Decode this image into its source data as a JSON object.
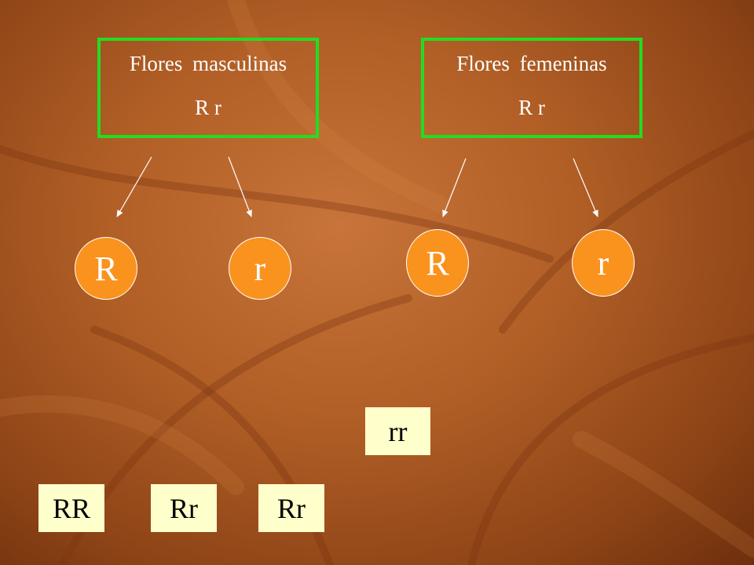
{
  "male_parent": {
    "title": "Flores  masculinas",
    "genotype": "R r"
  },
  "female_parent": {
    "title": "Flores  femeninas",
    "genotype": "R r"
  },
  "male_gametes": [
    "R",
    "r"
  ],
  "female_gametes": [
    "R",
    "r"
  ],
  "offspring": [
    "rr",
    "RR",
    "Rr",
    "Rr"
  ],
  "colors": {
    "box_border": "#22dd22",
    "gamete_fill": "#f9931e",
    "offspring_fill": "#ffffcc",
    "background": "#b15f26"
  }
}
